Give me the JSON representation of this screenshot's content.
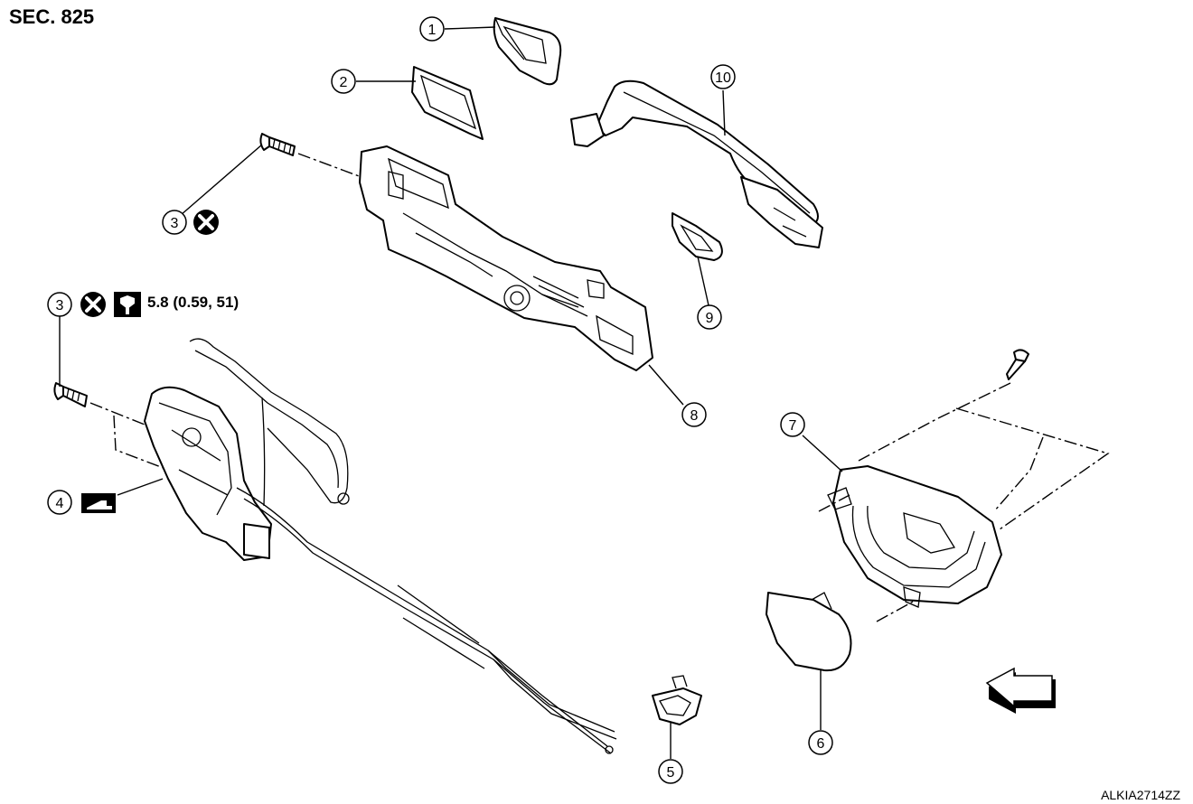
{
  "section_label": "SEC. 825",
  "diagram_code": "ALKIA2714ZZ",
  "torque_spec": "5.8 (0.59, 51)",
  "callouts": [
    {
      "id": "c1",
      "label": "1"
    },
    {
      "id": "c2",
      "label": "2"
    },
    {
      "id": "c3a",
      "label": "3"
    },
    {
      "id": "c3b",
      "label": "3"
    },
    {
      "id": "c4",
      "label": "4"
    },
    {
      "id": "c5",
      "label": "5"
    },
    {
      "id": "c6",
      "label": "6"
    },
    {
      "id": "c7",
      "label": "7"
    },
    {
      "id": "c8",
      "label": "8"
    },
    {
      "id": "c9",
      "label": "9"
    },
    {
      "id": "c10",
      "label": "10"
    }
  ],
  "icons": [
    "no-reuse-icon",
    "torque-wrench-icon",
    "grease-icon",
    "front-arrow-icon"
  ]
}
